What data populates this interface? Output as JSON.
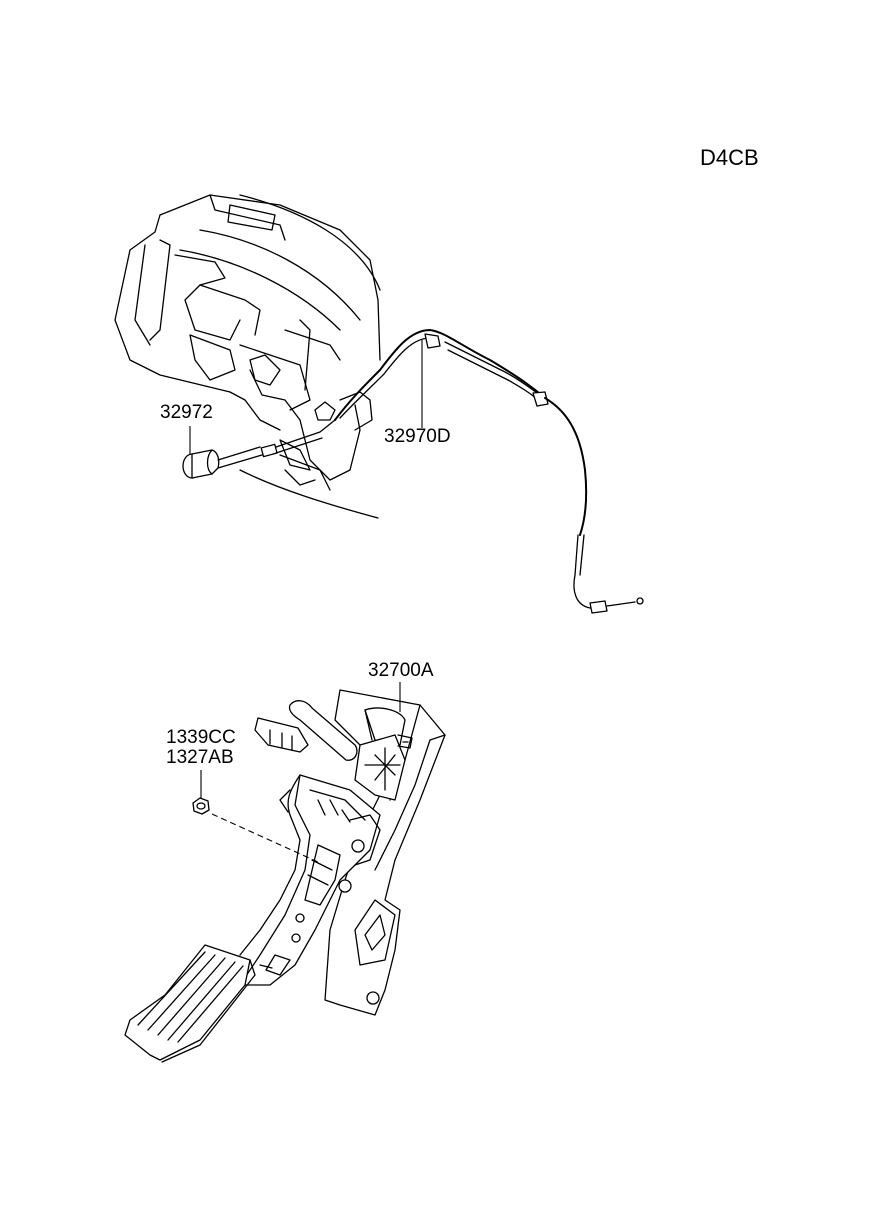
{
  "diagram": {
    "engine_code": "D4CB",
    "labels": {
      "knob": "32972",
      "cable": "32970D",
      "pedal_assembly": "32700A",
      "fastener_1": "1339CC",
      "fastener_2": "1327AB"
    }
  }
}
